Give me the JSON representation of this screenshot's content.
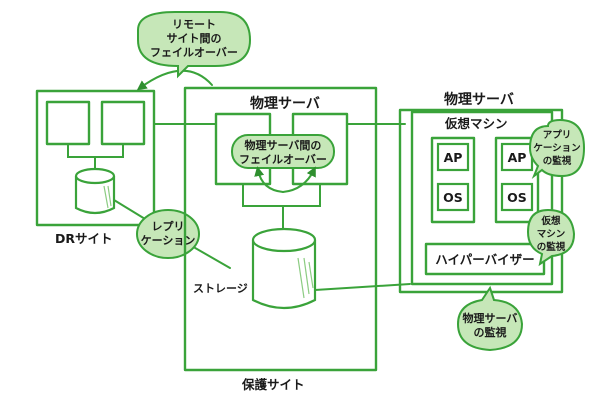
{
  "colors": {
    "line": "#3aa33a",
    "bubble_fill": "#c6e7b8",
    "text": "#1a1a1a"
  },
  "labels": {
    "remote_failover": [
      "リモート",
      "サイト間の",
      "フェイルオーバー"
    ],
    "dr_site": "DRサイト",
    "replication": [
      "レプリ",
      "ケーション"
    ],
    "physical_server_center": "物理サーバ",
    "physical_server_failover": [
      "物理サーバ間の",
      "フェイルオーバー"
    ],
    "storage": "ストレージ",
    "protected_site": "保護サイト",
    "physical_server_right": "物理サーバ",
    "virtual_machine": "仮想マシン",
    "ap_left": "AP",
    "os_left": "OS",
    "ap_right": "AP",
    "os_right": "OS",
    "app_monitoring": [
      "アプリ",
      "ケーション",
      "の監視"
    ],
    "vm_monitoring": [
      "仮想",
      "マシン",
      "の監視"
    ],
    "hypervisor": "ハイパーバイザー",
    "physical_server_monitoring": [
      "物理サーバ",
      "の監視"
    ]
  }
}
